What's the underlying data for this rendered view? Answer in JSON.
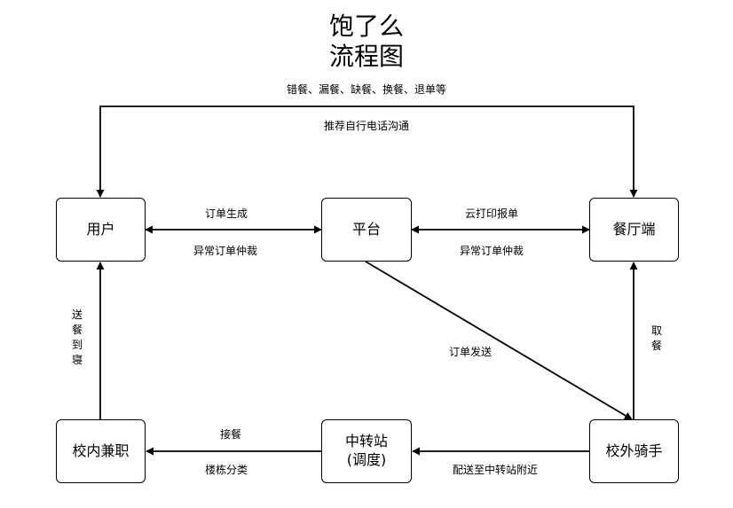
{
  "title": {
    "line1": "饱了么",
    "line2": "流程图"
  },
  "nodes": {
    "user": "用户",
    "platform": "平台",
    "restaurant": "餐厅端",
    "campus_parttime": "校内兼职",
    "transfer": {
      "line1": "中转站",
      "line2": "(调度)"
    },
    "rider": "校外骑手"
  },
  "edges": {
    "top_issue": "错餐、漏餐、缺餐、换餐、退单等",
    "top_recommend": "推荐自行电话沟通",
    "user_platform_top": "订单生成",
    "user_platform_bottom": "异常订单仲裁",
    "platform_restaurant_top": "云打印报单",
    "platform_restaurant_bottom": "异常订单仲裁",
    "platform_rider": "订单发送",
    "deliver_to_dorm": [
      "送",
      "餐",
      "到",
      "寝"
    ],
    "pickup": [
      "取",
      "餐"
    ],
    "transfer_parttime_top": "接餐",
    "transfer_parttime_bottom": "楼栋分类",
    "rider_transfer": "配送至中转站附近"
  }
}
